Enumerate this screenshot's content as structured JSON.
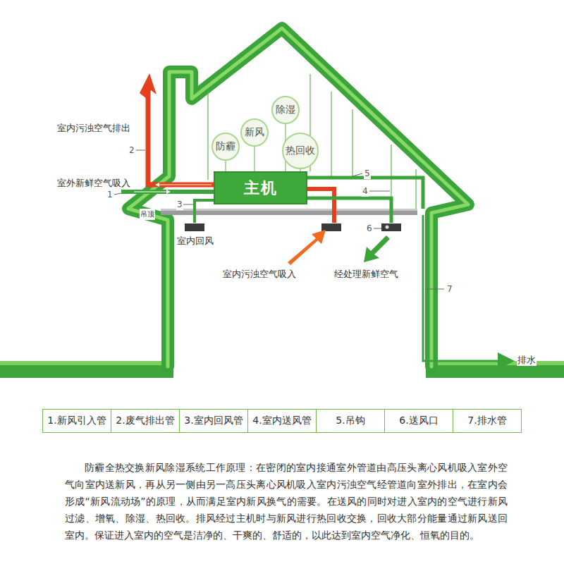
{
  "diagram": {
    "caption": "防霾全热交换新风除湿系统工作原理：在密闭的室内接通室外管道由高压头离心风机吸入室外空气向室内送新风，再从另一侧由另一高压头离心风机吸入室内污浊空气经管道向室外排出，在室内会形成“新风流动场”的原理，从而满足室内新风换气的需要。在送风的同时对进入室内的空气进行新风过滤、增氧、除湿、热回收。排风经过主机时与新风进行热回收交换，回收大部分能量通过新风送回室内。保证进入室内的空气是洁净的、干爽的、舒适的，以此达到室内空气净化、恒氧的目的。",
    "nodes": [
      {
        "text": [
          "除湿"
        ]
      },
      {
        "text": [
          "新风"
        ]
      },
      {
        "text": [
          "防霾"
        ]
      },
      {
        "text": [
          "热回收"
        ]
      },
      {
        "text": [
          "主机"
        ]
      }
    ],
    "edges": [
      {
        "from": 0,
        "to": 4,
        "arrow": "none"
      },
      {
        "from": 1,
        "to": 4,
        "arrow": "none"
      },
      {
        "from": 2,
        "to": 4,
        "arrow": "none"
      },
      {
        "from": 3,
        "to": 4,
        "arrow": "none"
      }
    ],
    "labels": [
      "室内污浊空气排出",
      "2",
      "室外新鲜空气吸入",
      "1",
      "吊顶",
      "3",
      "5",
      "4",
      "室内回风",
      "6",
      "室内污浊空气吸入",
      "经处理新鲜空气",
      "7",
      "排水",
      "1.新风引入管",
      "2.废气排出管",
      "3.室内回风管",
      "4.室内送风管",
      "5.吊钩",
      "6.送风口",
      "7.排水管"
    ]
  }
}
